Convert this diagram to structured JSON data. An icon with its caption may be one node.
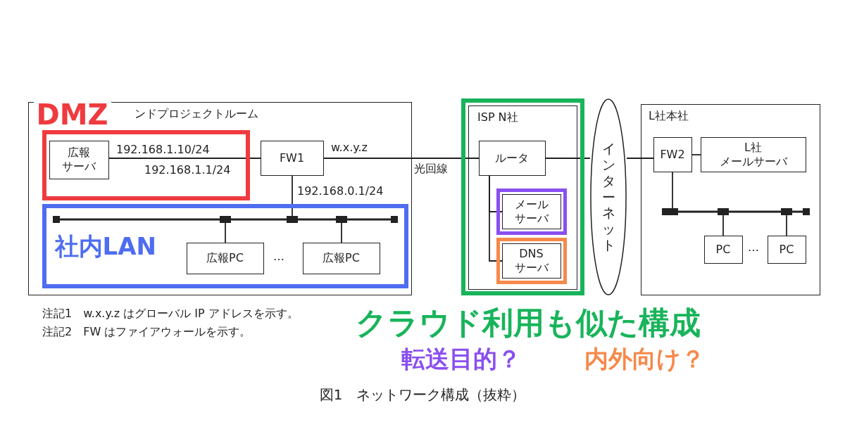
{
  "diagram": {
    "caption": "図1　ネットワーク構成（抜粋）",
    "nodes": [
      {
        "text": [
          "ンドプロジェクトルーム"
        ]
      },
      {
        "text": [
          "DMZ"
        ],
        "in": 0
      },
      {
        "text": [
          "広報サーバ"
        ],
        "in": 1
      },
      {
        "text": [
          "FW1"
        ],
        "in": 0
      },
      {
        "text": [
          "社内LAN"
        ],
        "in": 0
      },
      {
        "text": [],
        "shape": "bar",
        "in": 4
      },
      {
        "text": [
          "広報PC"
        ],
        "in": 4
      },
      {
        "text": [
          "広報PC"
        ],
        "in": 4
      },
      {
        "text": [],
        "shape": "box"
      },
      {
        "text": [
          "ISP N社"
        ],
        "in": 8
      },
      {
        "text": [
          "ルータ"
        ],
        "in": 9
      },
      {
        "text": [],
        "shape": "box",
        "in": 9
      },
      {
        "text": [
          "メールサーバ"
        ],
        "in": 11
      },
      {
        "text": [],
        "shape": "box",
        "in": 9
      },
      {
        "text": [
          "DNSサーバ"
        ],
        "in": 13
      },
      {
        "text": [
          "インターネット"
        ]
      },
      {
        "text": [
          "L社本社"
        ]
      },
      {
        "text": [
          "FW2"
        ],
        "in": 16
      },
      {
        "text": [
          "L社メールサーバ"
        ],
        "in": 16
      },
      {
        "text": [],
        "shape": "bar",
        "in": 16
      },
      {
        "text": [
          "PC"
        ],
        "in": 16
      },
      {
        "text": [
          "PC"
        ],
        "in": 16
      }
    ],
    "edges": [
      {
        "from": 2,
        "to": 3,
        "arrow": "none"
      },
      {
        "from": 3,
        "to": 5,
        "arrow": "none"
      },
      {
        "from": 6,
        "to": 5,
        "arrow": "none"
      },
      {
        "from": 7,
        "to": 5,
        "arrow": "none"
      },
      {
        "from": 3,
        "to": 10,
        "arrow": "none",
        "label": "光回線"
      },
      {
        "from": 10,
        "to": 15,
        "arrow": "none"
      },
      {
        "from": 10,
        "to": 12,
        "arrow": "none"
      },
      {
        "from": 10,
        "to": 14,
        "arrow": "none"
      },
      {
        "from": 15,
        "to": 17,
        "arrow": "none"
      },
      {
        "from": 17,
        "to": 18,
        "arrow": "none"
      },
      {
        "from": 17,
        "to": 19,
        "arrow": "none"
      },
      {
        "from": 20,
        "to": 19,
        "arrow": "none"
      },
      {
        "from": 21,
        "to": 19,
        "arrow": "none"
      }
    ],
    "labels": [
      "192.168.1.10/24",
      "w.x.y.z",
      "192.168.1.1/24",
      "192.168.0.1/24",
      "…",
      "…",
      "転送目的？",
      "内外向け？",
      "注記1　w.x.y.z はグローバル IP アドレスを示す。",
      "クラウド利用も似た構成",
      "注記2　FW はファイアウォールを示す。"
    ]
  }
}
